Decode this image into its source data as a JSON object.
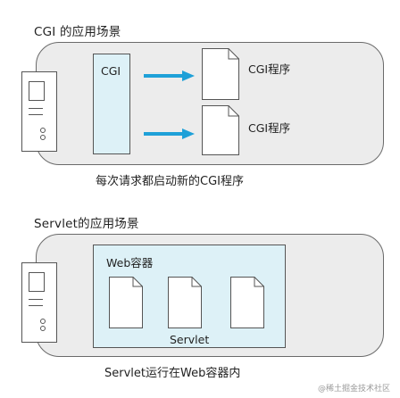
{
  "cgi_section": {
    "heading": "CGI 的应用场景",
    "box_label": "CGI",
    "programs": [
      "CGI程序",
      "CGI程序"
    ],
    "caption": "每次请求都启动新的CGI程序"
  },
  "servlet_section": {
    "heading": "Servlet的应用场景",
    "container_label": "Web容器",
    "servlet_label": "Servlet",
    "caption": "Servlet运行在Web容器内"
  },
  "watermark": "@稀土掘金技术社区",
  "colors": {
    "panel_fill": "#ececec",
    "box_fill": "#ddf1f7",
    "arrow": "#1ea0d8",
    "outline": "#555555"
  }
}
